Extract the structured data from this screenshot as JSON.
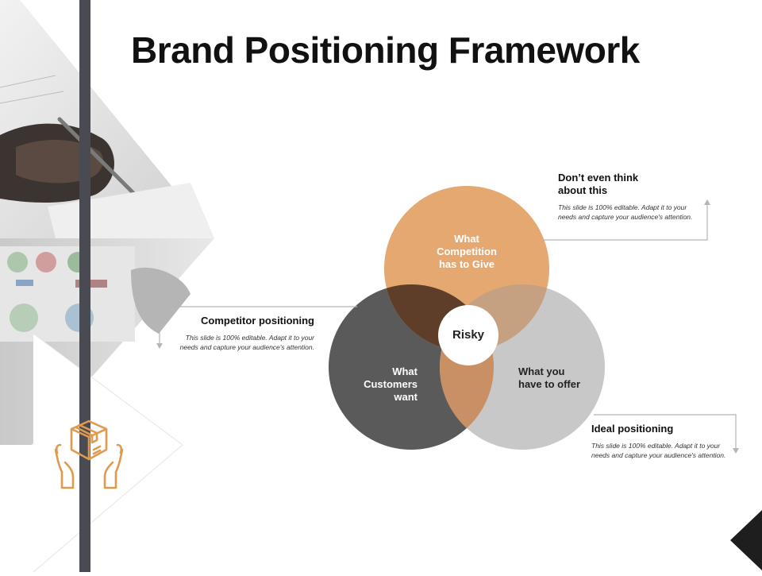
{
  "slide": {
    "title": "Brand Positioning Framework"
  },
  "venn": {
    "circles": {
      "top": {
        "label": "What Competition has to Give",
        "color": "#E5A870"
      },
      "left": {
        "label": "What Customers want",
        "color": "#5A5A5A"
      },
      "right": {
        "label": "What you have to offer",
        "color": "#C8C8C8"
      }
    },
    "center_label": "Risky"
  },
  "callouts": {
    "top_right": {
      "title": "Don’t even think about this",
      "body": "This slide is 100% editable. Adapt it to your needs and capture your audience's attention."
    },
    "left": {
      "title": "Competitor positioning",
      "body": "This slide is 100% editable. Adapt it to your needs and capture your audience's attention."
    },
    "bottom_right": {
      "title": "Ideal positioning",
      "body": "This slide is 100% editable. Adapt it to your needs and capture your audience's attention."
    }
  },
  "icons": {
    "delivery": "box-in-hands-icon"
  },
  "colors": {
    "accent": "#E09A4E",
    "dark_bar": "#4A4A52"
  }
}
